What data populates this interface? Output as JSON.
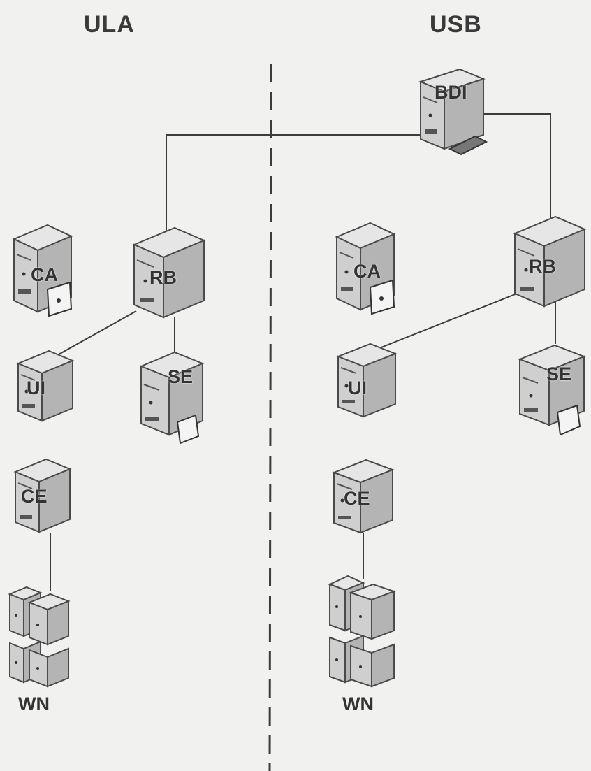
{
  "sites": {
    "left": {
      "title": "ULA",
      "footer": "WN"
    },
    "right": {
      "title": "USB",
      "footer": "WN"
    }
  },
  "nodes": {
    "bdi": "BDI",
    "ula_ca": "CA",
    "ula_rb": "RB",
    "ula_ui": "UI",
    "ula_se": "SE",
    "ula_ce": "CE",
    "usb_ca": "CA",
    "usb_rb": "RB",
    "usb_ui": "UI",
    "usb_se": "SE",
    "usb_ce": "CE"
  },
  "colors": {
    "line": "#3c3c3c",
    "server_front": "#cfcfcf",
    "server_side": "#b4b4b4",
    "server_top": "#e6e6e6",
    "outline": "#4a4a4a"
  },
  "icons": [
    "server-icon",
    "server-cluster-icon"
  ]
}
